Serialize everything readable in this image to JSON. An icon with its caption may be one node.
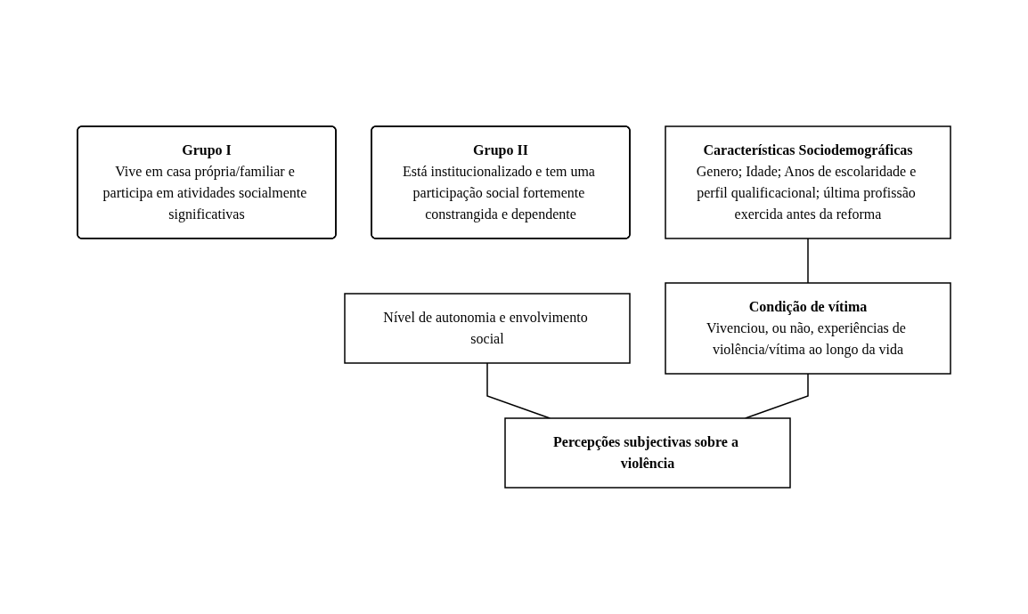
{
  "diagram": {
    "nodes": [
      {
        "text": [
          "Nível de autonomia e envolvimento social"
        ]
      },
      {
        "text": [
          "Grupo I",
          "Vive em casa própria/familiar e participa em atividades socialmente significativas"
        ]
      },
      {
        "text": [
          "Grupo II",
          "Está institucionalizado e tem uma participação social fortemente constrangida e dependente"
        ]
      },
      {
        "text": [
          "Características Sociodemográficas",
          "Genero; Idade; Anos de escolaridade e perfil qualificacional; última profissão exercida antes da reforma"
        ]
      },
      {
        "text": [
          "Condição de vítima",
          "Vivenciou, ou não, experiências de violência/vítima ao longo da vida"
        ]
      },
      {
        "text": [
          "Percepções subjectivas sobre a violência"
        ]
      }
    ],
    "edges": [
      {
        "from": 3,
        "to": 4,
        "arrow": "none"
      },
      {
        "from": 0,
        "to": 5,
        "arrow": "none"
      },
      {
        "from": 4,
        "to": 5,
        "arrow": "none"
      }
    ]
  }
}
